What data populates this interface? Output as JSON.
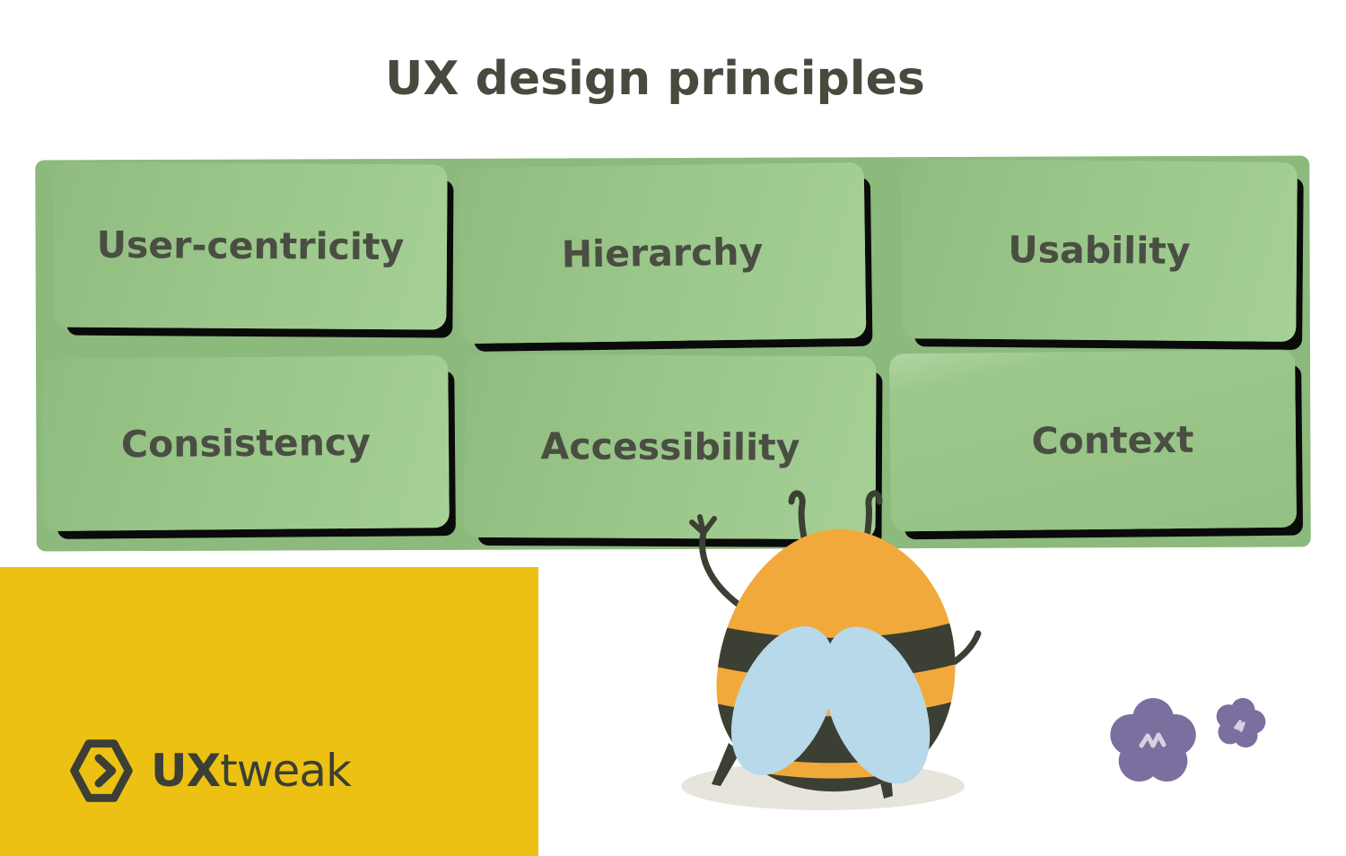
{
  "title": "UX design principles",
  "board": {
    "notes": [
      {
        "label": "User-centricity"
      },
      {
        "label": "Hierarchy"
      },
      {
        "label": "Usability"
      },
      {
        "label": "Consistency"
      },
      {
        "label": "Accessibility"
      },
      {
        "label": "Context"
      }
    ]
  },
  "brand": {
    "name": "UXtweak",
    "logo_text_bold": "UX",
    "logo_text_regular": "tweak"
  },
  "colors": {
    "background": "#ffffff",
    "title_text": "#474b3e",
    "note_surface": "#9cc88c",
    "note_backboard": "#8cb97c",
    "note_shadow": "#0a0a0a",
    "note_text": "#4a4e42",
    "brand_panel_yellow": "#edc113",
    "logo_ink": "#3b3f35",
    "bee_body_orange": "#f2a93b",
    "bee_stripe_dark": "#3c3f33",
    "bee_wing_blue": "#b7d9e9",
    "ground_shadow": "#e7e5db",
    "flower_purple": "#7a6f9f",
    "flower_center": "#d6d2e0"
  },
  "decorations": {
    "bee": "bee-mascot",
    "flowers": [
      "large-purple-flower",
      "small-purple-flower"
    ]
  }
}
